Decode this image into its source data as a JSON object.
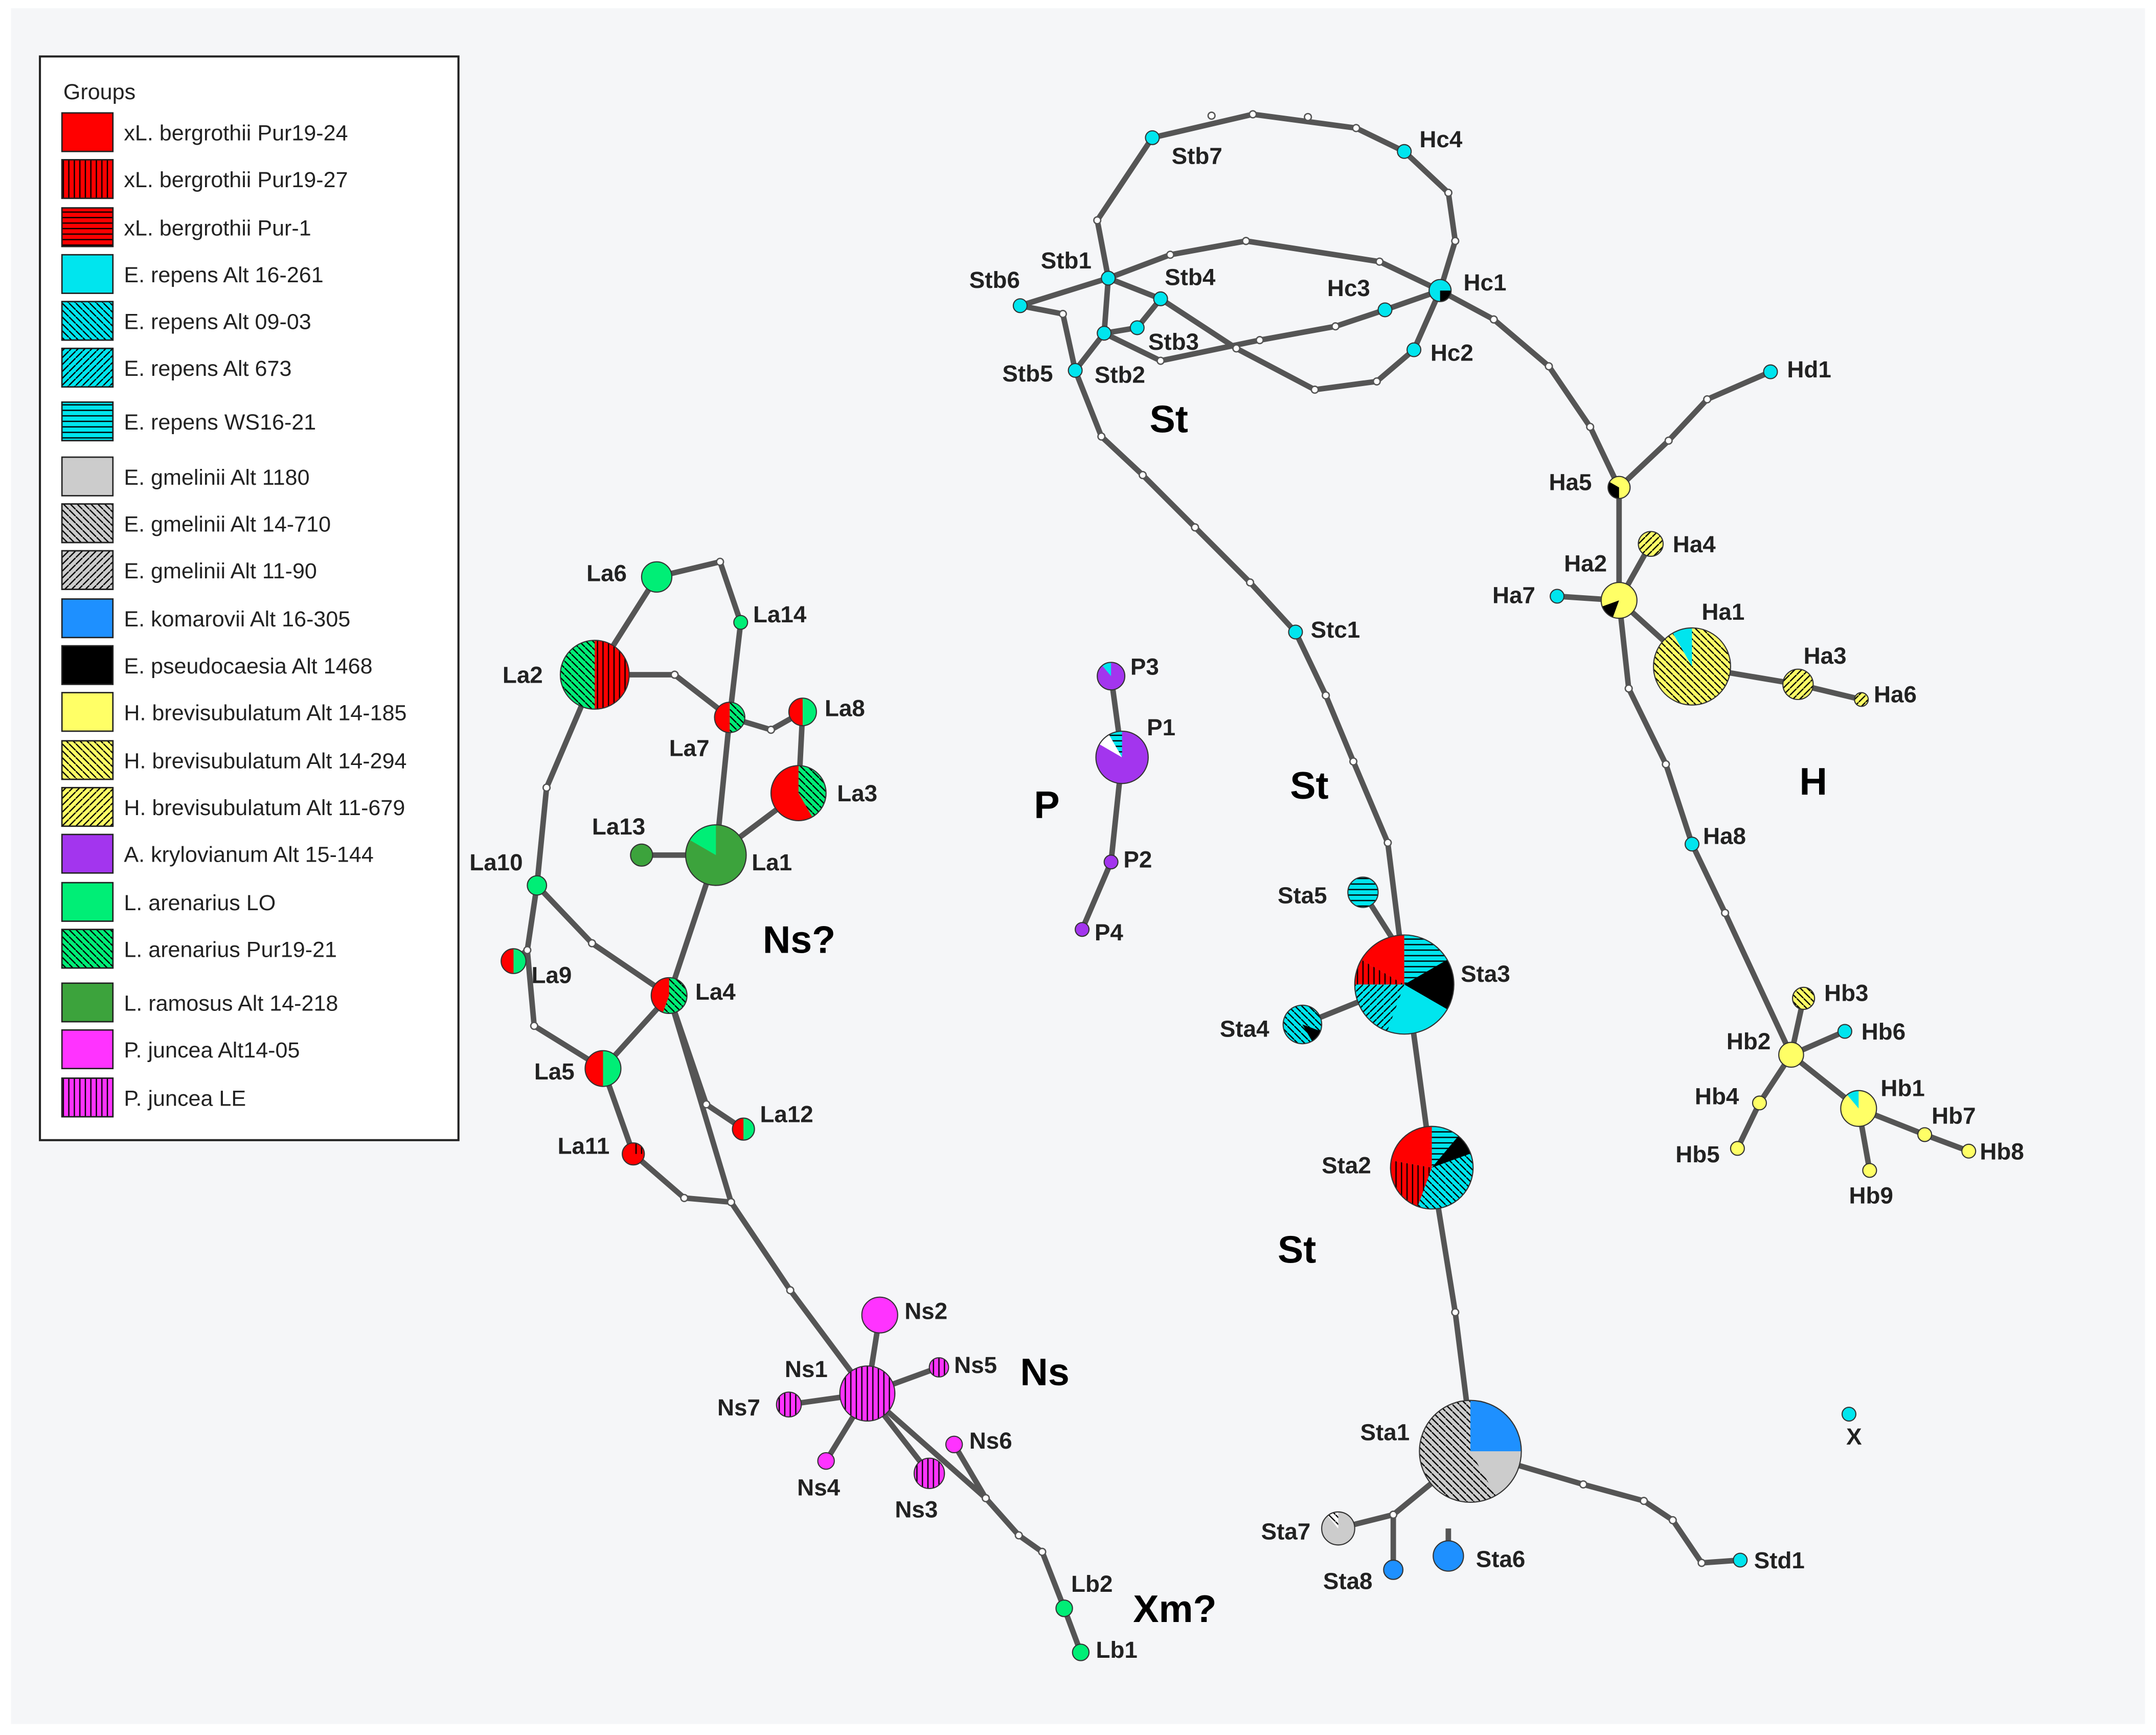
{
  "legend": {
    "title": "Groups",
    "items": [
      {
        "label": "xL. bergrothii Pur19-24",
        "color": "#ff0000",
        "pattern": "solid"
      },
      {
        "label": "xL. bergrothii Pur19-27",
        "color": "#ff0000",
        "pattern": "vertical"
      },
      {
        "label": "xL. bergrothii Pur-1",
        "color": "#ff0000",
        "pattern": "horizontal"
      },
      {
        "label": "E. repens Alt 16-261",
        "color": "#00e5ee",
        "pattern": "solid"
      },
      {
        "label": "E. repens Alt 09-03",
        "color": "#00e5ee",
        "pattern": "backslash"
      },
      {
        "label": "E. repens Alt 673",
        "color": "#00e5ee",
        "pattern": "slash"
      },
      {
        "label": "E. repens WS16-21",
        "color": "#00e5ee",
        "pattern": "horizontal"
      },
      {
        "label": "E. gmelinii Alt 1180",
        "color": "#cccccc",
        "pattern": "solid"
      },
      {
        "label": "E. gmelinii Alt 14-710",
        "color": "#cccccc",
        "pattern": "backslash"
      },
      {
        "label": "E. gmelinii Alt 11-90",
        "color": "#cccccc",
        "pattern": "slash"
      },
      {
        "label": "E. komarovii Alt 16-305",
        "color": "#1e90ff",
        "pattern": "solid"
      },
      {
        "label": "E. pseudocaesia Alt 1468",
        "color": "#000000",
        "pattern": "solid"
      },
      {
        "label": "H. brevisubulatum Alt 14-185",
        "color": "#ffff66",
        "pattern": "solid"
      },
      {
        "label": "H. brevisubulatum Alt 14-294",
        "color": "#ffff66",
        "pattern": "backslash"
      },
      {
        "label": "H. brevisubulatum Alt 11-679",
        "color": "#ffff66",
        "pattern": "slash"
      },
      {
        "label": "A. krylovianum Alt 15-144",
        "color": "#a335ee",
        "pattern": "solid"
      },
      {
        "label": "L. arenarius LO",
        "color": "#00ee76",
        "pattern": "solid"
      },
      {
        "label": "L. arenarius  Pur19-21",
        "color": "#00ee76",
        "pattern": "backslash"
      },
      {
        "label": "L. ramosus Alt 14-218",
        "color": "#3ca33c",
        "pattern": "solid"
      },
      {
        "label": "P. juncea Alt14-05",
        "color": "#ff33ff",
        "pattern": "solid"
      },
      {
        "label": "P. juncea LE",
        "color": "#ff33ff",
        "pattern": "vertical"
      }
    ]
  },
  "group_labels": [
    "St",
    "St",
    "St",
    "P",
    "H",
    "Ns?",
    "Ns",
    "Xm?"
  ],
  "haplotypes": [
    {
      "id": "La1",
      "fill": "#3ca33c"
    },
    {
      "id": "La2",
      "fill": "#ff0000"
    },
    {
      "id": "La3",
      "fill": "#ff0000"
    },
    {
      "id": "La4",
      "fill": "#ff0000"
    },
    {
      "id": "La5",
      "fill": "#ff0000"
    },
    {
      "id": "La6",
      "fill": "#00ee76"
    },
    {
      "id": "La7",
      "fill": "#ff0000"
    },
    {
      "id": "La8",
      "fill": "#ff0000"
    },
    {
      "id": "La9",
      "fill": "#ff0000"
    },
    {
      "id": "La10",
      "fill": "#00ee76"
    },
    {
      "id": "La11",
      "fill": "#ff0000"
    },
    {
      "id": "La12",
      "fill": "#00ee76"
    },
    {
      "id": "La13",
      "fill": "#3ca33c"
    },
    {
      "id": "La14",
      "fill": "#00ee76"
    },
    {
      "id": "P1",
      "fill": "#a335ee"
    },
    {
      "id": "P2",
      "fill": "#a335ee"
    },
    {
      "id": "P3",
      "fill": "#a335ee"
    },
    {
      "id": "P4",
      "fill": "#a335ee"
    },
    {
      "id": "Ns1",
      "fill": "#ff33ff"
    },
    {
      "id": "Ns2",
      "fill": "#ff33ff"
    },
    {
      "id": "Ns3",
      "fill": "#ff33ff"
    },
    {
      "id": "Ns4",
      "fill": "#ff33ff"
    },
    {
      "id": "Ns5",
      "fill": "#ff33ff"
    },
    {
      "id": "Ns6",
      "fill": "#ff33ff"
    },
    {
      "id": "Ns7",
      "fill": "#ff33ff"
    },
    {
      "id": "Lb1",
      "fill": "#00ee76"
    },
    {
      "id": "Lb2",
      "fill": "#00ee76"
    },
    {
      "id": "Stb1",
      "fill": "#00e5ee"
    },
    {
      "id": "Stb2",
      "fill": "#00e5ee"
    },
    {
      "id": "Stb3",
      "fill": "#00e5ee"
    },
    {
      "id": "Stb4",
      "fill": "#00e5ee"
    },
    {
      "id": "Stb5",
      "fill": "#00e5ee"
    },
    {
      "id": "Stb6",
      "fill": "#00e5ee"
    },
    {
      "id": "Stb7",
      "fill": "#00e5ee"
    },
    {
      "id": "Stc1",
      "fill": "#00e5ee"
    },
    {
      "id": "Hc1",
      "fill": "#00e5ee"
    },
    {
      "id": "Hc2",
      "fill": "#00e5ee"
    },
    {
      "id": "Hc3",
      "fill": "#00e5ee"
    },
    {
      "id": "Hc4",
      "fill": "#00e5ee"
    },
    {
      "id": "Hd1",
      "fill": "#00e5ee"
    },
    {
      "id": "Ha1",
      "fill": "#ffff66"
    },
    {
      "id": "Ha2",
      "fill": "#ffff66"
    },
    {
      "id": "Ha3",
      "fill": "#ffff66"
    },
    {
      "id": "Ha4",
      "fill": "#ffff66"
    },
    {
      "id": "Ha5",
      "fill": "#ffff66"
    },
    {
      "id": "Ha6",
      "fill": "#ffff66"
    },
    {
      "id": "Ha7",
      "fill": "#00e5ee"
    },
    {
      "id": "Ha8",
      "fill": "#00e5ee"
    },
    {
      "id": "Hb1",
      "fill": "#ffff66"
    },
    {
      "id": "Hb2",
      "fill": "#ffff66"
    },
    {
      "id": "Hb3",
      "fill": "#ffff66"
    },
    {
      "id": "Hb4",
      "fill": "#ffff66"
    },
    {
      "id": "Hb5",
      "fill": "#ffff66"
    },
    {
      "id": "Hb6",
      "fill": "#00e5ee"
    },
    {
      "id": "Hb7",
      "fill": "#ffff66"
    },
    {
      "id": "Hb8",
      "fill": "#ffff66"
    },
    {
      "id": "Hb9",
      "fill": "#ffff66"
    },
    {
      "id": "Sta1",
      "fill": "#cccccc"
    },
    {
      "id": "Sta2",
      "fill": "#00e5ee"
    },
    {
      "id": "Sta3",
      "fill": "#00e5ee"
    },
    {
      "id": "Sta4",
      "fill": "#00e5ee"
    },
    {
      "id": "Sta5",
      "fill": "#00e5ee"
    },
    {
      "id": "Sta6",
      "fill": "#1e90ff"
    },
    {
      "id": "Sta7",
      "fill": "#cccccc"
    },
    {
      "id": "Sta8",
      "fill": "#1e90ff"
    },
    {
      "id": "Std1",
      "fill": "#00e5ee"
    },
    {
      "id": "X",
      "fill": "#00e5ee"
    }
  ]
}
